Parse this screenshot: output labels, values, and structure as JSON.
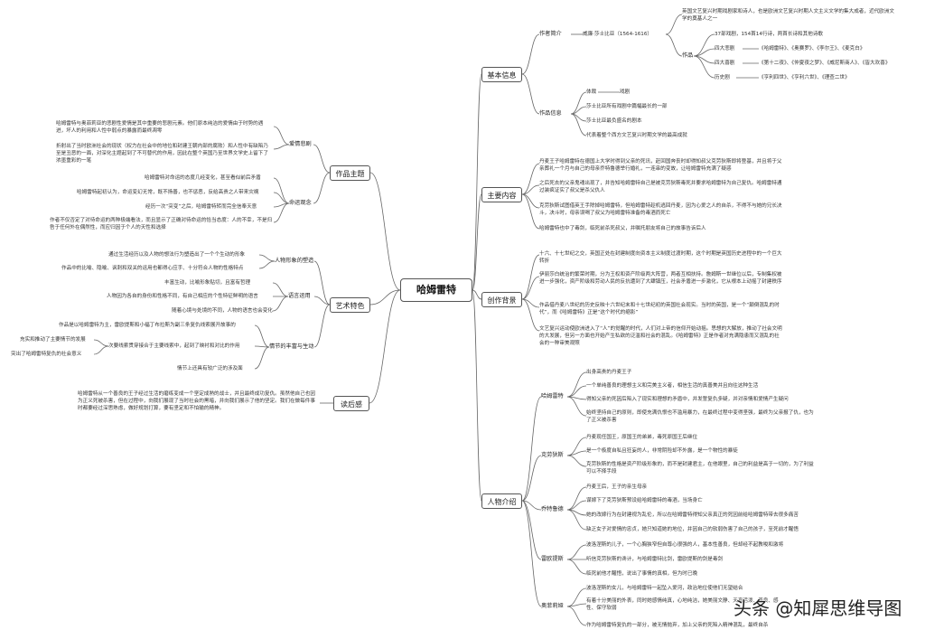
{
  "center": "哈姆雷特",
  "watermark": "头条 @知犀思维导图",
  "basic": {
    "label": "基本信息",
    "author": {
      "label": "作者简介",
      "name": "威廉·莎士比亚（1564-1616）",
      "desc": "英国文艺复兴时期戏剧家和诗人，也是欧洲文艺复兴时期人文主义文学的集大成者，近代欧洲文学的奠基人之一",
      "works_label": "作品",
      "count": "37部戏剧，154首14行诗，两首长诗和其他诗歌",
      "groups": [
        {
          "name": "四大悲剧",
          "items": "《哈姆雷特》、《奥赛罗》、《李尔王》、《麦克白》"
        },
        {
          "name": "四大喜剧",
          "items": "《第十二夜》、《仲夏夜之梦》、《威尼斯商人》、《皆大欢喜》"
        },
        {
          "name": "历史剧",
          "items": "《亨利四世》、《亨利六世》、《理查二世》"
        }
      ]
    },
    "work": {
      "label": "作品信息",
      "genre_label": "体裁",
      "genre": "戏剧",
      "items": [
        "莎士比亚所有戏剧中篇幅最长的一部",
        "莎士比亚最负盛名的剧本",
        "代表着整个西方文艺复兴时期文学的最高成就"
      ]
    }
  },
  "plot": {
    "label": "主要内容",
    "items": [
      "丹麦王子哈姆雷特在德国上大学时得到父亲的死讯，赶回国奔丧时却得知叔父克劳狄斯即将登基，并且将于父亲葬礼一个月与自己的母亲乔特鲁德举行婚礼，一连串的变故，让哈姆雷特充满了疑惑",
      "之后死去的父亲鬼魂出现了，并告知哈姆雷特自己是被克劳狄斯毒死并要求哈姆雷特为自己复仇。哈姆雷特通过装疯证实了叔父是杀父仇人",
      "克劳狄斯试图借英王手除掉哈姆雷特，但哈姆雷特趁机逃回丹麦，因为心爱之人的自杀，不得不与她的兄长决斗，决斗时，母亲误喝了叔父为哈姆雷特准备的毒酒而死亡",
      "哈姆雷特也中了毒剑，临死前杀死叔父，并嘱托朋友将自己的故事告诉后人"
    ]
  },
  "background": {
    "label": "创作背景",
    "items": [
      "十六、十七世纪之交，英国正处在封建制度向资本主义制度过渡时期，这个时期是英国历史进程中的一个巨大转折",
      "伊丽莎白统治的繁荣时期，分为王权和资产阶级两大阵营，两者互相扶持。詹姆斯一世继位以后，专制集权被进一步强化，资产阶级和劳动人民的反抗遭到了大肆镇压，社会矛盾进一步激化，它从根本上动摇了封建秩序",
      "作品借丹麦八世纪的历史反映十六世纪末和十七世纪初的英国社会现实。当时的英国，是一个“颠倒混乱的时代”，而《哈姆雷特》正是“这个时代的缩影”",
      "文艺复兴运动使欧洲进入了“人”的觉醒的时代，人们对上帝的信仰开始动摇。思想的大解放，推动了社会文明的大发展，但另一方面也开始产生私欲的泛滥和社会的混乱。《哈姆雷特》正是作者对充满隐患而又混乱的社会的一种审美观照"
    ]
  },
  "characters": {
    "label": "人物介绍",
    "people": [
      {
        "name": "哈姆雷特",
        "items": [
          "出身高贵的丹麦王子",
          "一个单纯善良的理想主义和完美主义者，相信生活的真善美并且向往这种生活",
          "得知父亲的死因后陷入了现实和理想的矛盾中，并发誓复仇多疑，并对亲情和爱情产生疑问",
          "始终坚持自己的原则，即使充满仇恨也不滥用暴力，在最终过程中变得坚强，最终为父亲报了仇，也为了正义被杀害"
        ]
      },
      {
        "name": "克劳狄斯",
        "items": [
          "丹麦现任国王，原国王的弟弟，毒死原国王后继位",
          "是一个极度自私且狂妄的人，非常阴险却不外露，是一个物性的暴徒",
          "克劳狄斯的性格是资产阶级形象的，而不是封建君主，在他眼里，自己的利益是高于一切的，为了利益可以不择手段"
        ]
      },
      {
        "name": "乔特鲁德",
        "items": [
          "丹麦王后，王子的亲生母亲",
          "谋嫁下了克劳狄斯预设给哈姆雷特的毒酒，当场身亡",
          "她的改嫁行为在封建视为乱伦，所以在哈姆雷特得知父亲真正的死因前给哈姆雷特带去很多痛苦",
          "缺乏女子对爱情的忠贞，她只知道她的地位，并因自己的软弱伤害了自己的孩子，至死前才醒悟"
        ]
      },
      {
        "name": "雷欧提斯",
        "items": [
          "波洛涅斯的儿子，一个心胸狭窄但自尊心很强的人，基本性善良，但却经不起教唆和激将",
          "听信克劳狄斯的谗计，与哈姆雷特比剑，雷欧提斯的剑是毒剑",
          "临死前他才醒悟，说出了事情的真相，但为时已晚"
        ]
      },
      {
        "name": "奥菲莉娅",
        "items": [
          "波洛涅斯的女儿，与哈姆雷特一起坠入爱河，政治地位使他们无望结合",
          "有着十分美丽的外表，同时她感情纯真，心地纯洁，她美丽文静、天真活泼、善良、感性、保守软弱",
          "作为哈姆雷特复仇的一部分，被无情抛弃，加上父亲的死陷入精神混乱，最终自杀"
        ]
      }
    ]
  },
  "theme": {
    "label": "作品主题",
    "love_label": "爱情悲剧",
    "love": [
      "哈姆雷特与奥菲莉亚的悲剧性爱情是其中重要的悲剧元素。他们原本纯洁的爱情由于时势的遇进，坏人的利用和人性中弱点的暴露而最终凋零",
      "折射出了当时欧洲社会的现状（权力在社会中的地位和封建王朝内部的腐败）和人性中有缺陷乃至是丑恶的一面，对深化主题起到了不可替代的作用，因此在整个英国乃至世界文学史上留下了浓墨重彩的一笔"
    ],
    "fate_label": "命运观念",
    "fate": [
      "哈姆雷特对命运的态度几经变化，甚至看似前后矛盾",
      "哈姆雷特起初认为，命运变幻无常，既不扬善，也不惩恶，反给高贵之人带来灾祸",
      "经历一次“突变”之后，哈姆雷特转而完全信奉天意",
      "作者不仅否定了对待命运的两种极端看法，而且显示了正确对待命运的恰当态度：人的不幸，不是归咎于任何外在偶然性，而应归因于个人的天性和选择"
    ]
  },
  "art": {
    "label": "艺术特色",
    "char_label": "人物形象的塑造",
    "char": [
      "通过生活经历以及人物的想法行为塑造出了一个个生动的形象",
      "作品中的比喻、隐喻、讽刺和双关的运用也都得心应手、十分符合人物的性格特点"
    ],
    "lang_label": "语言运用",
    "lang": [
      "丰富生动，比喻形象贴切，且富有哲理",
      "人物因为各自的身份和性格不同，有自己相应的个性特征鲜明的语言",
      "随着心境与处境的不同，人物的语言也会变化"
    ],
    "plot_label": "情节的丰富与生动",
    "plot_top": "作品是以哈姆雷特为主，雷欧提斯和小福丁布拉斯为副三条复仇线索展开故事的",
    "plot_mid": "次要线索贯穿接合于主要线索中，起到了映衬和对比的作用",
    "plot_sub": [
      "充实和推动了主要情节的发展",
      "突出了哈姆雷特复仇的社会意义"
    ],
    "plot_bot": "情节上还具有较广泛的涉及面"
  },
  "review": {
    "label": "读后感",
    "text": "哈姆雷特从一个善良的王子经过生活的磨练变成一个坚定成熟的战士，并且最终成功复仇。虽然他自己也因为正义死被杀害，但在过程中，向我们展现了当时社会的黑暗，并向我们展示了他的坚定。我们在做每件事时都要经过深思熟虑，做好规划打算，要有坚定和不怕输的精神。"
  }
}
